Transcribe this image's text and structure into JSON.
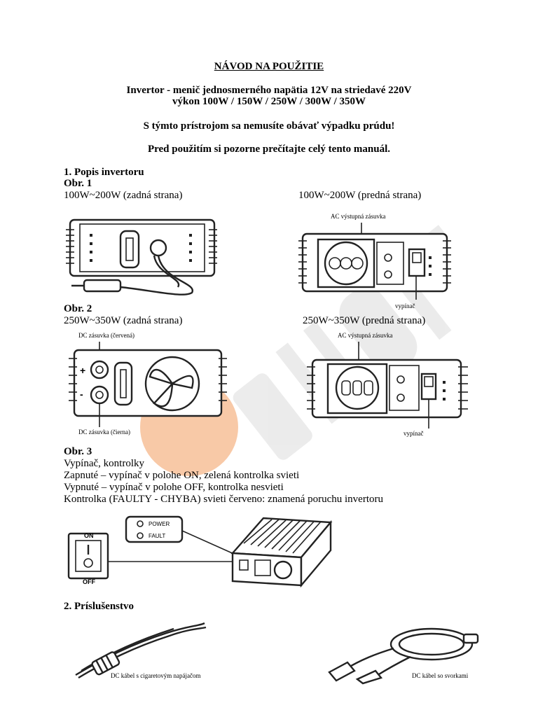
{
  "header": {
    "title": "NÁVOD NA POUŽITIE",
    "subtitle_line1": "Invertor - menič jednosmerného napätia 12V na striedavé 220V",
    "subtitle_line2": "výkon 100W / 150W / 250W / 300W / 350W",
    "tagline": "S týmto prístrojom sa nemusíte obávať výpadku prúdu!",
    "notice": "Pred použitím si pozorne prečítajte celý tento manuál."
  },
  "section1": {
    "heading": "1. Popis invertoru",
    "fig1": {
      "label": "Obr. 1",
      "left_caption": "100W~200W (zadná strana)",
      "right_caption": "100W~200W (predná strana)",
      "callout_ac": "AC výstupná zásuvka",
      "callout_switch": "vypínač"
    },
    "fig2": {
      "label": "Obr. 2",
      "left_caption": "250W~350W (zadná strana)",
      "right_caption": "250W~350W (predná strana)",
      "callout_dc_red": "DC zásuvka (červená)",
      "callout_dc_black": "DC zásuvka (čierna)",
      "callout_ac": "AC výstupná zásuvka",
      "callout_switch": "vypínač"
    },
    "fig3": {
      "label": "Obr. 3",
      "lines": [
        "Vypínač, kontrolky",
        "Zapnuté – vypínač v polohe ON, zelená kontrolka svieti",
        "Vypnuté – vypínač v polohe OFF, kontrolka nesvieti",
        "Kontrolka (FAULTY - CHYBA) svieti červeno: znamená poruchu invertoru"
      ],
      "label_on": "ON",
      "label_off": "OFF",
      "led_power": "POWER",
      "led_fault": "FAULT"
    }
  },
  "section2": {
    "heading": "2. Príslušenstvo",
    "caption_left": "DC kábel s cigaretovým napájačom",
    "caption_right": "DC kábel so svorkami"
  },
  "colors": {
    "watermark_orange": "#f6b78a",
    "watermark_gray": "#dcdcdc"
  }
}
